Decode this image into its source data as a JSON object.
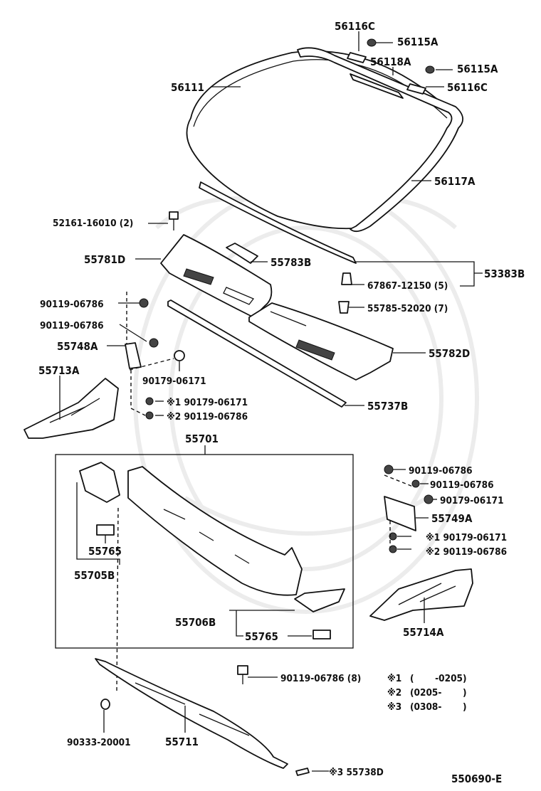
{
  "diagram_id": "550690-E",
  "labels": {
    "p56116C_top": "56116C",
    "p56115A_top": "56115A",
    "p56118A": "56118A",
    "p56115A_right": "56115A",
    "p56116C_right": "56116C",
    "p56111": "56111",
    "p56117A": "56117A",
    "p52161": "52161-16010 (2)",
    "p55781D": "55781D",
    "p55783B": "55783B",
    "p53383B": "53383B",
    "p67867": "67867-12150 (5)",
    "p55785": "55785-52020 (7)",
    "p90119_a": "90119-06786",
    "p90119_b": "90119-06786",
    "p55748A": "55748A",
    "p55782D": "55782D",
    "p55713A": "55713A",
    "p90179_left": "90179-06171",
    "p_mark1_left": "※1 90179-06171",
    "p_mark2_left": "※2 90119-06786",
    "p55737B": "55737B",
    "p55701": "55701",
    "p90119_r1": "90119-06786",
    "p90119_r2": "90119-06786",
    "p90179_r": "90179-06171",
    "p55749A": "55749A",
    "p_mark1_right": "※1 90179-06171",
    "p_mark2_right": "※2 90119-06786",
    "p55765_left": "55765",
    "p55705B": "55705B",
    "p55714A": "55714A",
    "p55706B": "55706B",
    "p55765_right": "55765",
    "p90119_8": "90119-06786 (8)",
    "p90333": "90333-20001",
    "p55711": "55711",
    "p55738D": "※3 55738D"
  },
  "legend": [
    {
      "mark": "※1",
      "range": "(       -0205)"
    },
    {
      "mark": "※2",
      "range": "(0205-       )"
    },
    {
      "mark": "※3",
      "range": "(0308-       )"
    }
  ],
  "colors": {
    "line": "#111111",
    "watermark": "#ececec",
    "background": "#ffffff"
  }
}
